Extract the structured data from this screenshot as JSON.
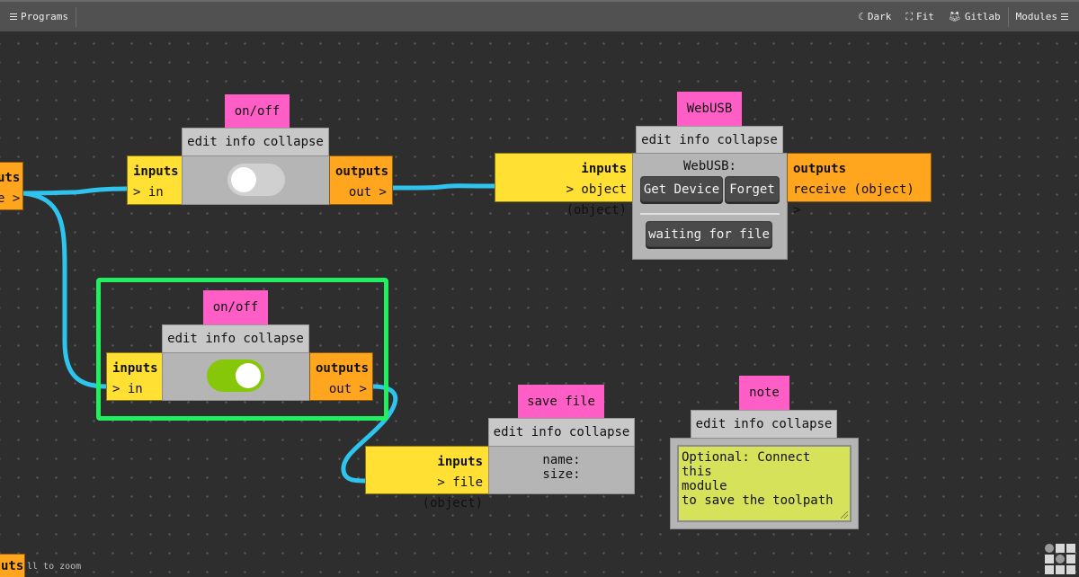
{
  "topbar": {
    "programs_label": "Programs",
    "dark_label": "Dark",
    "fit_label": "Fit",
    "gitlab_label": "Gitlab",
    "modules_label": "Modules"
  },
  "colors": {
    "background": "#2e2e2e",
    "title_tab": "#ff5ec7",
    "inputs": "#ffe033",
    "outputs": "#ffa51e",
    "wire": "#2fc4ee",
    "selection": "#20f060",
    "toggle_on": "#86c70a",
    "note": "#d6e25a"
  },
  "offscreen_module": {
    "outputs_header": "uts",
    "output_port": "e >"
  },
  "modules": {
    "onoff1": {
      "title": "on/off",
      "controls": "edit info collapse",
      "inputs_header": "inputs",
      "input_port": "> in",
      "outputs_header": "outputs",
      "output_port": "out >",
      "toggle_on": false
    },
    "webusb": {
      "title": "WebUSB",
      "controls": "edit info collapse",
      "inputs_header": "inputs",
      "input_port": "> object (object)",
      "outputs_header": "outputs",
      "output_port": "receive (object) >",
      "body_label": "WebUSB:",
      "get_device_button": "Get Device",
      "forget_button": "Forget",
      "status_button": "waiting for file"
    },
    "onoff2": {
      "title": "on/off",
      "controls": "edit info collapse",
      "inputs_header": "inputs",
      "input_port": "> in",
      "outputs_header": "outputs",
      "output_port": "out >",
      "toggle_on": true,
      "selected": true
    },
    "savefile": {
      "title": "save file",
      "controls": "edit info collapse",
      "inputs_header": "inputs",
      "input_port": "> file (object)",
      "name_label": "name:",
      "size_label": "size:"
    },
    "note": {
      "title": "note",
      "controls": "edit info collapse",
      "text": "Optional: Connect this\nmodule\nto save the toolpath"
    }
  },
  "bottom_module": {
    "outputs_header": "uts"
  },
  "hint": "ll to zoom"
}
